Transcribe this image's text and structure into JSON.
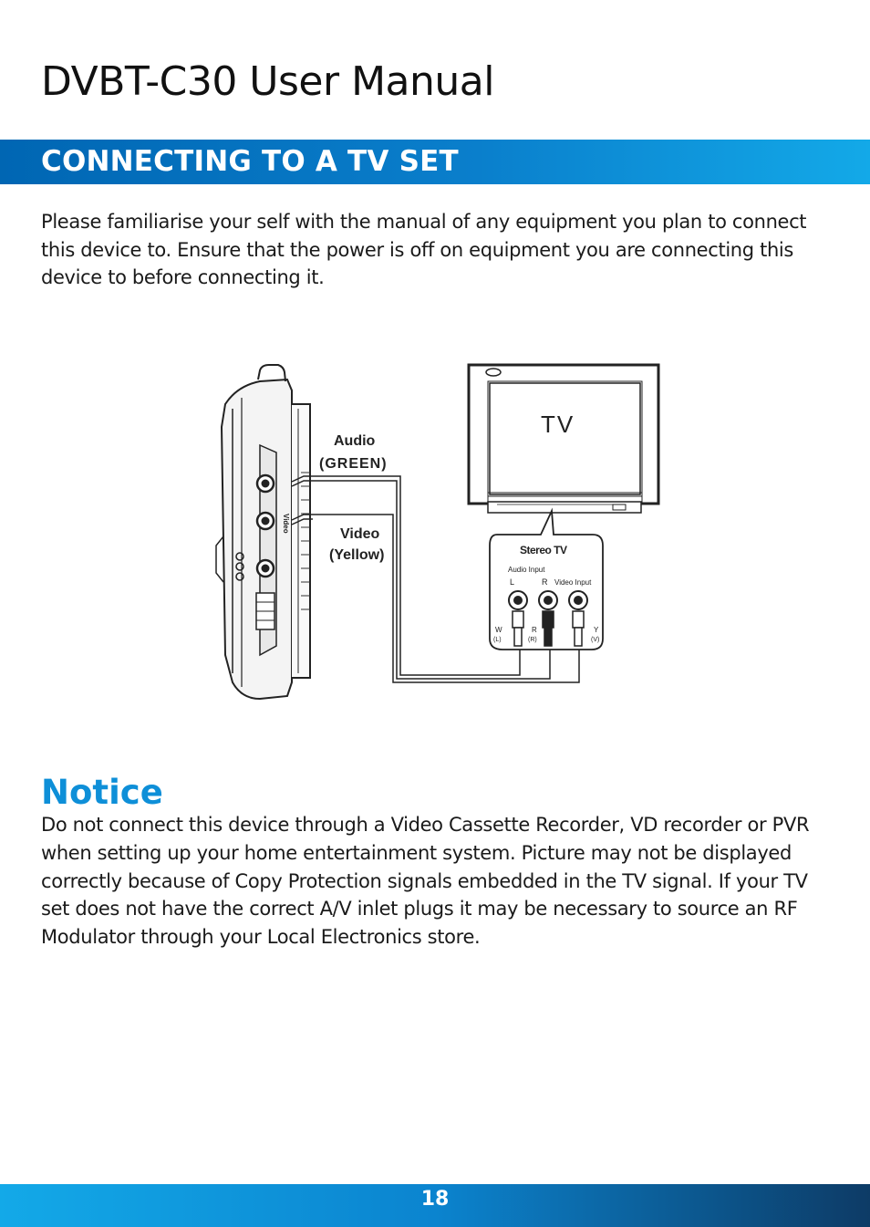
{
  "header": {
    "title": "DVBT-C30 User Manual"
  },
  "section": {
    "title": "CONNECTING TO A TV SET"
  },
  "intro": {
    "text": "Please familiarise your self with the manual of any equipment you plan to connect this device to. Ensure that the power is off on equipment you are connecting this device to before connecting it."
  },
  "diagram": {
    "tv_label": "TV",
    "audio_label": "Audio",
    "audio_color_label": "(GREEN)",
    "video_label": "Video",
    "video_color_label": "(Yellow)",
    "stereo_tv_label": "Stereo TV",
    "audio_input_label": "Audio Input",
    "left_label": "L",
    "right_label": "R",
    "video_input_label": "Video Input",
    "w_label": "W",
    "w_sub_label": "(L)",
    "r_label": "R",
    "r_sub_label": "(R)",
    "y_label": "Y",
    "y_sub_label": "(V)",
    "device_side_label": "Video"
  },
  "notice": {
    "heading": "Notice",
    "text": "Do not connect this device through a Video Cassette Recorder, VD recorder or PVR when setting up your home entertainment system. Picture may not be displayed correctly because of Copy Protection signals embedded in the TV signal. If your TV set does not have the correct A/V inlet plugs it may be necessary to source an RF Modulator through your Local Electronics store."
  },
  "footer": {
    "page_number": "18"
  },
  "colors": {
    "section_band": "#0066b3",
    "section_band_end": "#13a9e8",
    "notice_heading": "#0e8fd8",
    "footer_band_start": "#13a9e8",
    "footer_band_end": "#0d3b66"
  }
}
